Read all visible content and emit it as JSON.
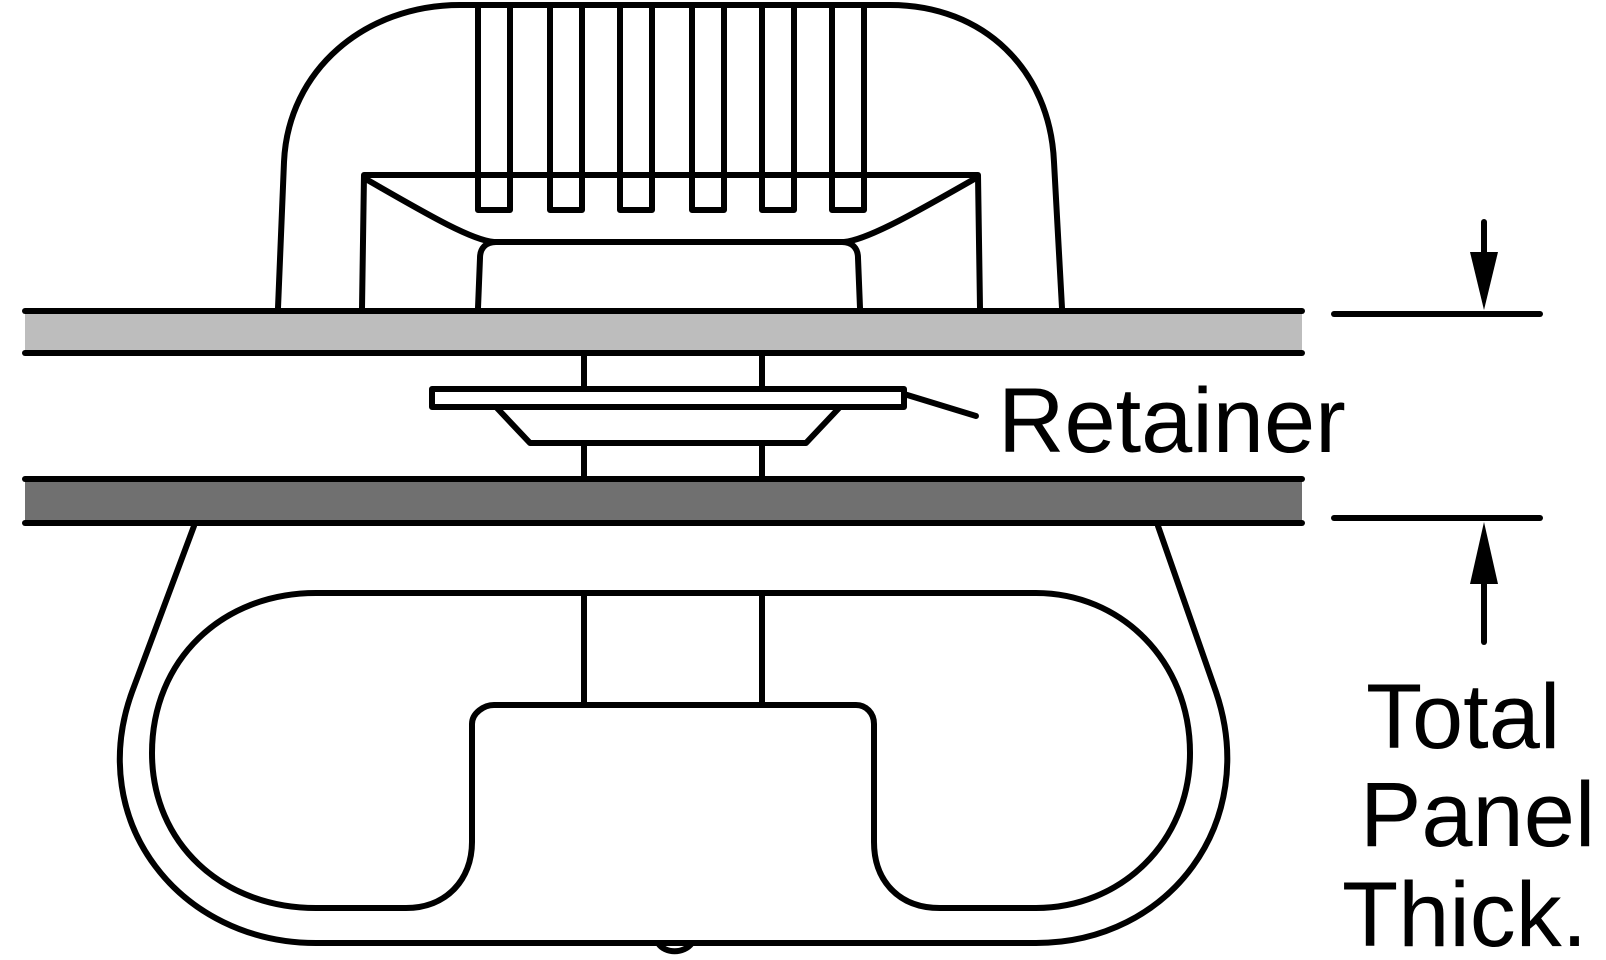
{
  "labels": {
    "retainer": "Retainer",
    "total_panel_thick_line1": "Total",
    "total_panel_thick_line2": "Panel",
    "total_panel_thick_line3": "Thick."
  },
  "colors": {
    "outline": "#000000",
    "upper_panel_fill": "#bdbdbd",
    "lower_panel_fill": "#707070",
    "background": "#ffffff"
  }
}
